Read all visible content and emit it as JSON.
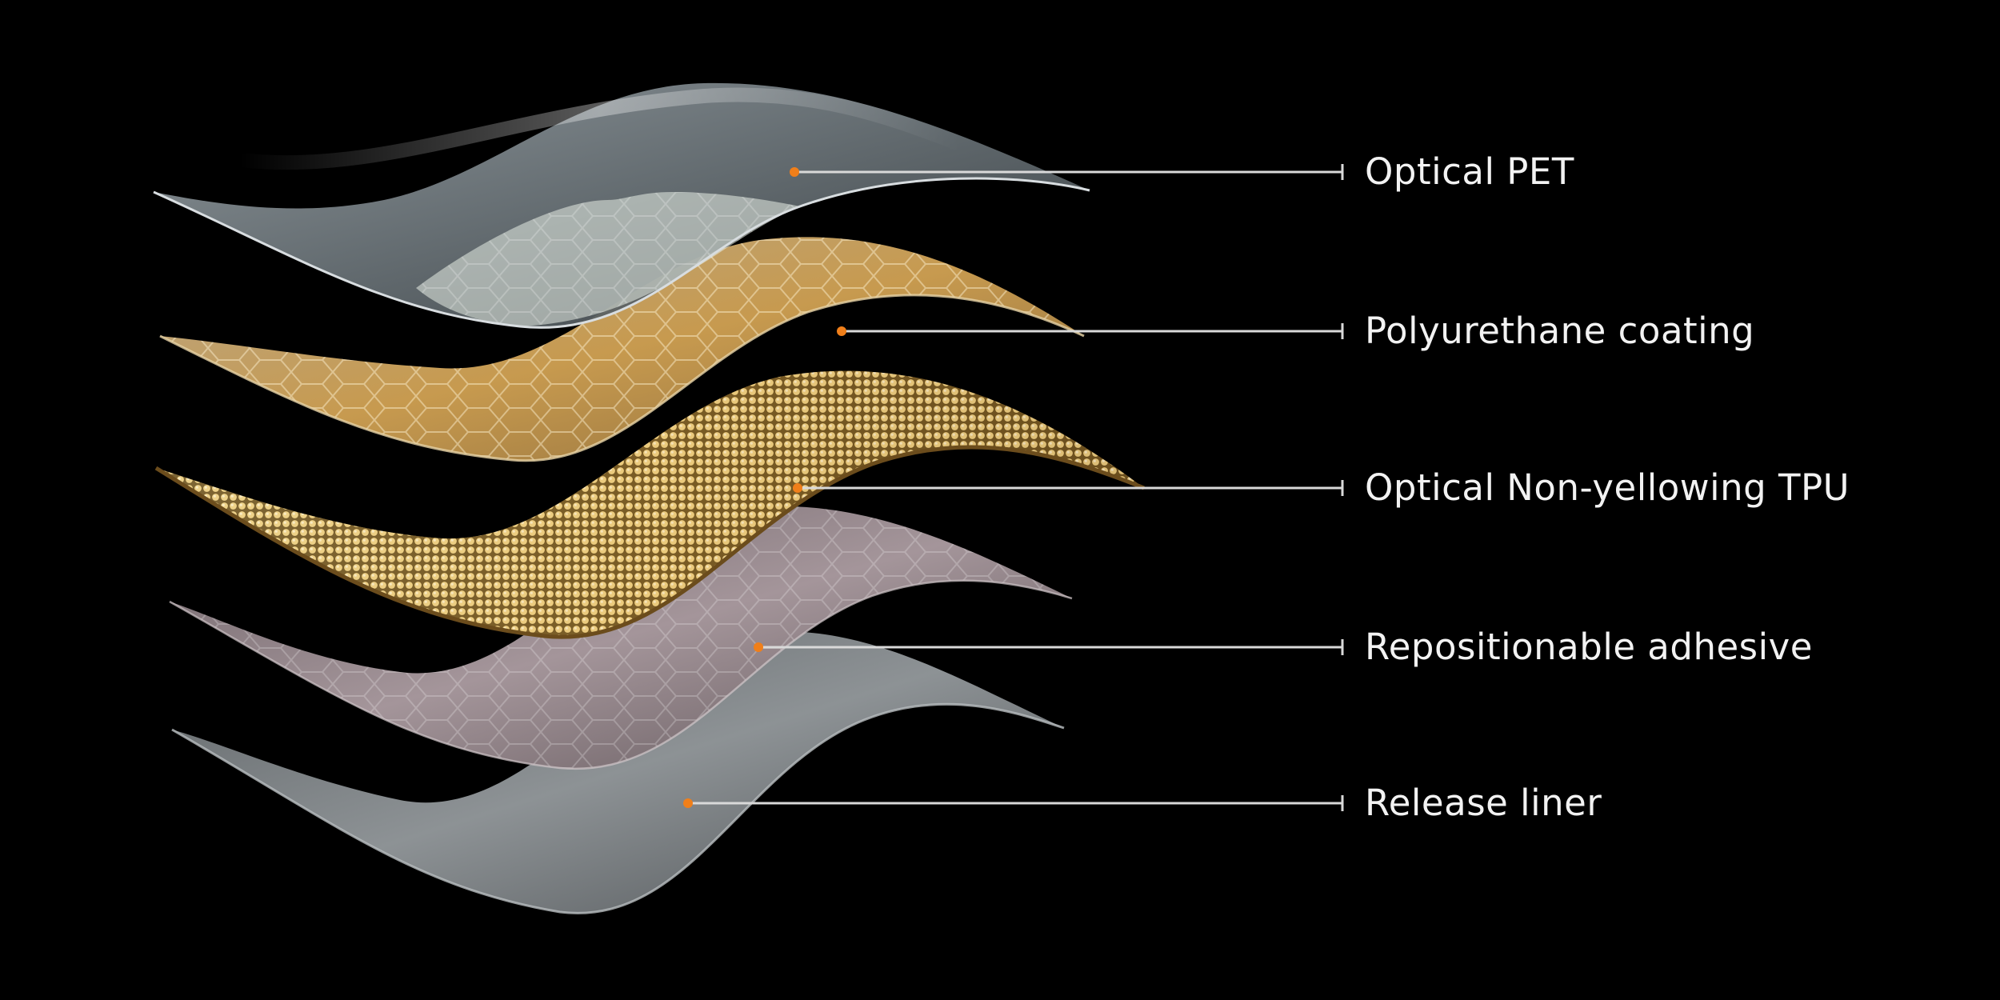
{
  "colors": {
    "background": "#000000",
    "leader_line": "#d9d9d9",
    "marker_dot": "#f07f1a",
    "label_text": "#f2f2f2"
  },
  "layers": [
    {
      "id": "optical-pet",
      "label": "Optical PET",
      "material": "clear-film"
    },
    {
      "id": "polyurethane-coating",
      "label": "Polyurethane coating",
      "material": "gold-hex-texture"
    },
    {
      "id": "optical-tpu",
      "label": "Optical Non-yellowing TPU",
      "material": "gold-bead-mesh"
    },
    {
      "id": "repositionable-adhesive",
      "label": "Repositionable adhesive",
      "material": "mauve-hex-film"
    },
    {
      "id": "release-liner",
      "label": "Release liner",
      "material": "grey-film"
    }
  ]
}
